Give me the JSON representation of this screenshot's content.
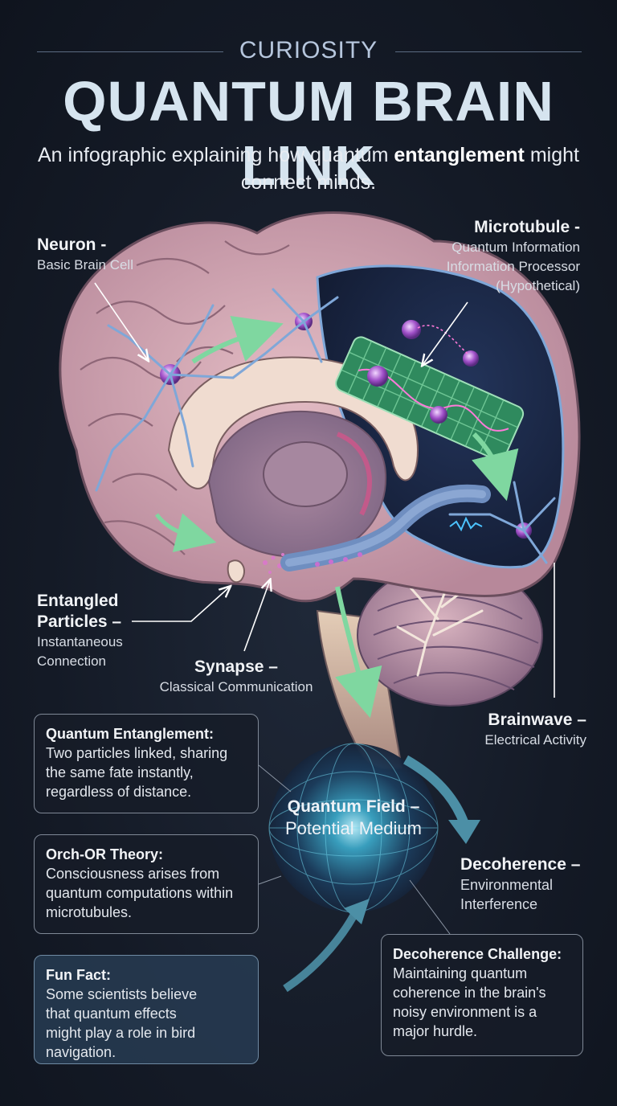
{
  "header": {
    "kicker": "CURIOSITY",
    "title": "QUANTUM BRAIN LINK",
    "subtitle_pre": "An infographic explaining how quantum ",
    "subtitle_bold": "entanglement",
    "subtitle_post": " might connect minds."
  },
  "labels": {
    "neuron": {
      "title": "Neuron -",
      "sub": "Basic Brain Cell"
    },
    "microtubule": {
      "title": "Microtubule -",
      "line1": "Quantum Information",
      "line2": "Information Processor",
      "line3": "(Hypothetical)"
    },
    "entangled": {
      "title1": "Entangled",
      "title2": "Particles –",
      "line1": "Instantaneous",
      "line2": "Connection"
    },
    "synapse": {
      "title": "Synapse –",
      "sub": "Classical Communication"
    },
    "brainwave": {
      "title": "Brainwave –",
      "sub": "Electrical Activity"
    },
    "quantum_field": {
      "title": "Quantum Field –",
      "sub": "Potential Medium"
    },
    "decoherence": {
      "title": "Decoherence –",
      "line1": "Environmental",
      "line2": "Interference"
    }
  },
  "cards": {
    "entanglement": {
      "title": "Quantum Entanglement:",
      "body": [
        "Two particles linked, sharing",
        "the same fate instantly,",
        "regardless of distance."
      ]
    },
    "orch_or": {
      "title": "Orch-OR Theory:",
      "body": [
        "Consciousness arises from",
        "quantum computations within",
        "microtubules."
      ]
    },
    "fun_fact": {
      "title": "Fun Fact:",
      "body": [
        "Some scientists believe",
        "that quantum effects",
        "might play a role in bird",
        "navigation."
      ]
    },
    "decoherence_challenge": {
      "title": "Decoherence Challenge:",
      "body": [
        "Maintaining quantum",
        "coherence in the brain's",
        "noisy environment is a",
        "major hurdle."
      ]
    }
  },
  "colors": {
    "background": "#141a26",
    "brain_cortex": "#d7aeb8",
    "brain_dark": "#9d7a92",
    "neuron_blue": "#7fa7d8",
    "microtubule_green": "#3f9e6c",
    "arrow_green": "#7fd7a0",
    "field_cyan": "#5ecbe6",
    "card_border": "#7f8896"
  }
}
